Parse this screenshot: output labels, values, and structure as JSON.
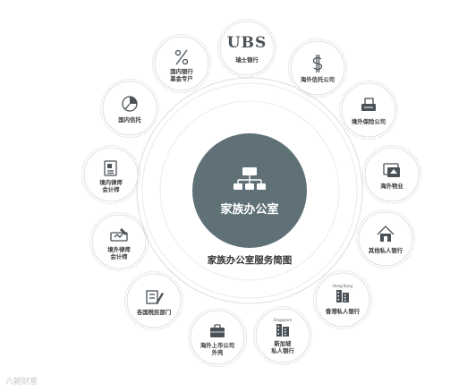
{
  "center": {
    "label": "家族办公室"
  },
  "caption": "家族办公室服务简图",
  "colors": {
    "center_fill": "#5f7177",
    "ring": "#d5d8da",
    "node_border": "#d8d8d8",
    "icon": "#4a5258"
  },
  "nodes": [
    {
      "id": "swiss-bank",
      "icon": "ubs-logo",
      "logo_text": "UBS",
      "lines": [
        "瑞士银行"
      ]
    },
    {
      "id": "overseas-trust",
      "icon": "dollar-icon",
      "lines": [
        "海外信托公司"
      ]
    },
    {
      "id": "overseas-insurance",
      "icon": "insurance-icon",
      "lines": [
        "境外保险公司"
      ]
    },
    {
      "id": "overseas-property",
      "icon": "property-icon",
      "lines": [
        "海外物业"
      ]
    },
    {
      "id": "other-private-bank",
      "icon": "house-icon",
      "lines": [
        "其他私人银行"
      ]
    },
    {
      "id": "hk-private-bank",
      "icon": "hk-building-icon",
      "logo_text": "Hong Kong",
      "lines": [
        "香港私人银行"
      ]
    },
    {
      "id": "sg-private-bank",
      "icon": "sg-building-icon",
      "logo_text": "Singapore",
      "lines": [
        "新加坡",
        "私人银行"
      ]
    },
    {
      "id": "overseas-listed",
      "icon": "briefcase-icon",
      "lines": [
        "海外上市公司",
        "外壳"
      ]
    },
    {
      "id": "tax-authority",
      "icon": "tax-form-icon",
      "lines": [
        "各国税民部门"
      ]
    },
    {
      "id": "overseas-lawyer",
      "icon": "check-icon",
      "lines": [
        "境外律师",
        "会计师"
      ]
    },
    {
      "id": "domestic-lawyer",
      "icon": "document-icon",
      "lines": [
        "境内律师",
        "会计师"
      ]
    },
    {
      "id": "domestic-trust",
      "icon": "pie-icon",
      "lines": [
        "国内信托"
      ]
    },
    {
      "id": "domestic-bank",
      "icon": "percent-icon",
      "lines": [
        "国内银行",
        "基金专户"
      ]
    }
  ],
  "watermark": "六朝财富"
}
